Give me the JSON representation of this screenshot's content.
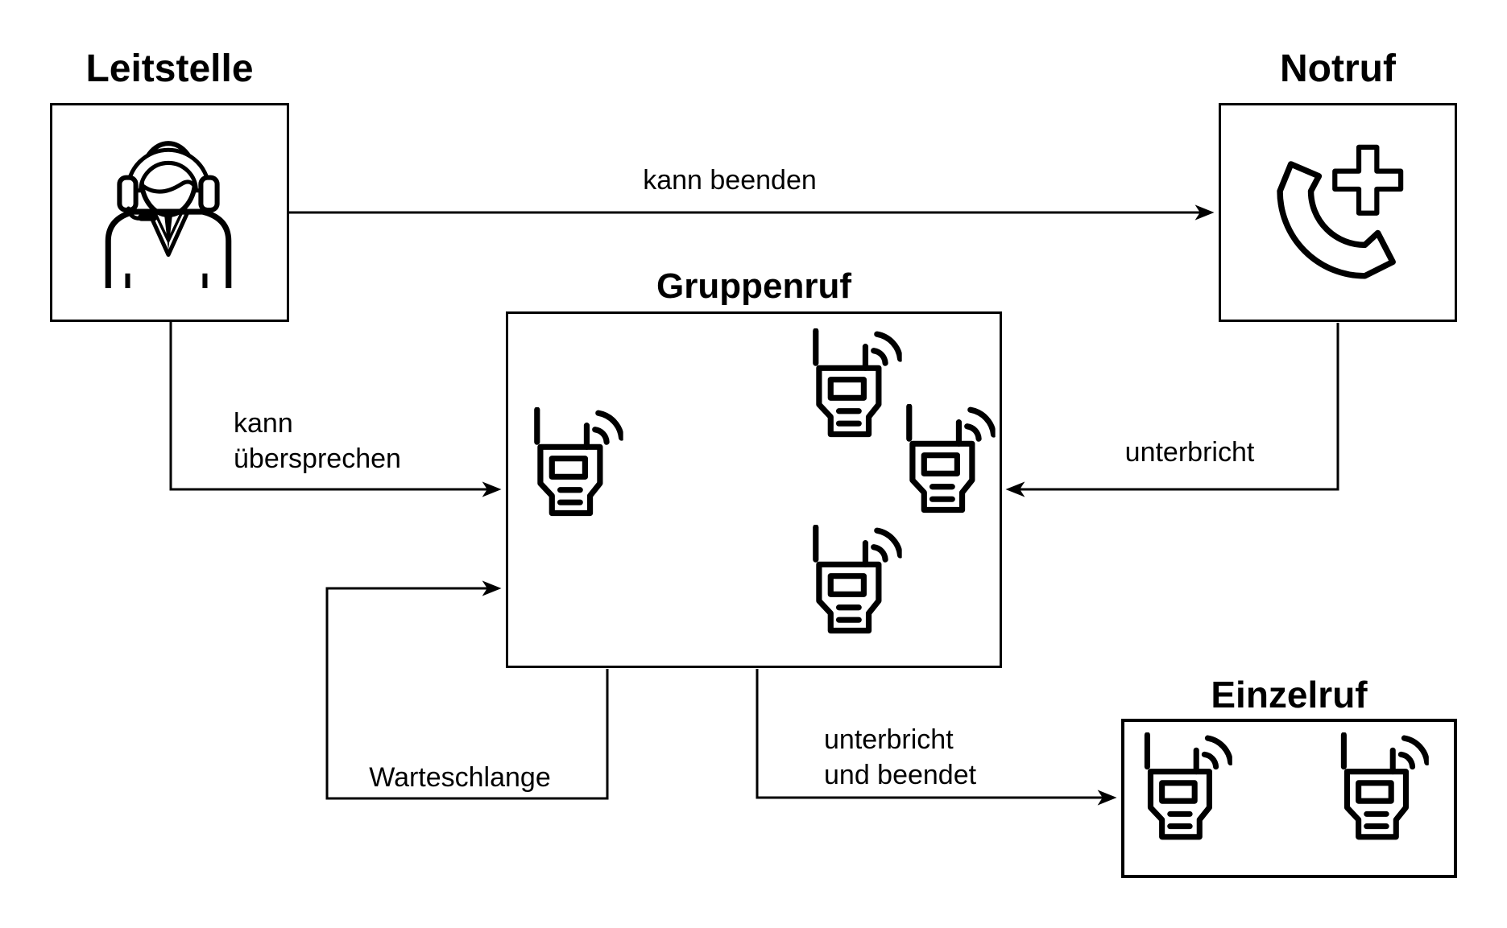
{
  "diagram": {
    "background_color": "#ffffff",
    "line_color": "#000000",
    "nodes": {
      "leitstelle": {
        "title": "Leitstelle",
        "icon": "headset-operator-icon"
      },
      "notruf": {
        "title": "Notruf",
        "icon": "phone-plus-icon"
      },
      "gruppenruf": {
        "title": "Gruppenruf",
        "icon": "walkie-talkie-icon",
        "device_count": 4
      },
      "einzelruf": {
        "title": "Einzelruf",
        "icon": "walkie-talkie-icon",
        "device_count": 2
      }
    },
    "edges": {
      "leitstelle_to_notruf": {
        "from": "Leitstelle",
        "to": "Notruf",
        "label": "kann beenden"
      },
      "leitstelle_to_gruppenruf": {
        "from": "Leitstelle",
        "to": "Gruppenruf",
        "label_line1": "kann",
        "label_line2": "übersprechen"
      },
      "notruf_to_gruppenruf": {
        "from": "Notruf",
        "to": "Gruppenruf",
        "label": "unterbricht"
      },
      "gruppenruf_queue_loop": {
        "from": "Gruppenruf",
        "to": "Gruppenruf",
        "label": "Warteschlange"
      },
      "gruppenruf_to_einzelruf": {
        "from": "Gruppenruf",
        "to": "Einzelruf",
        "label_line1": "unterbricht",
        "label_line2": "und beendet"
      }
    }
  }
}
